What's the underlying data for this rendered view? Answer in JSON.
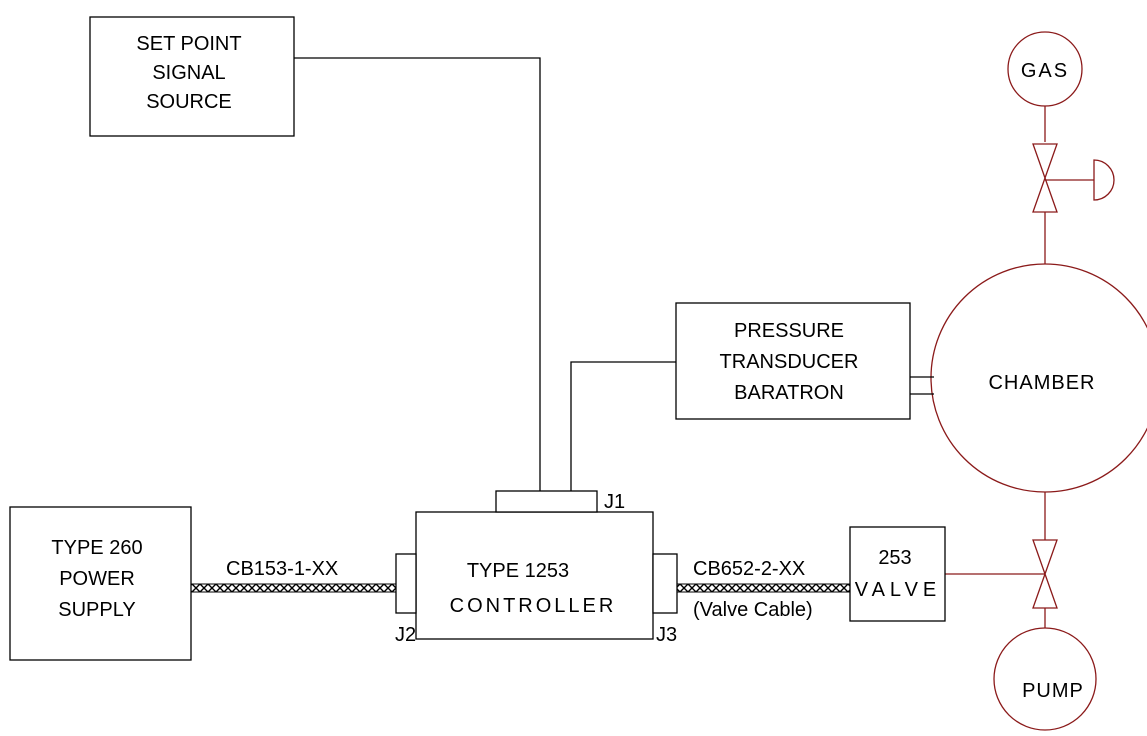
{
  "boxes": {
    "setpoint": [
      "SET POINT",
      "SIGNAL",
      "SOURCE"
    ],
    "transducer": [
      "PRESSURE",
      "TRANSDUCER",
      "BARATRON"
    ],
    "power_supply": [
      "TYPE 260",
      "POWER",
      "SUPPLY"
    ],
    "controller": [
      "TYPE 1253",
      "CONTROLLER"
    ],
    "valve": [
      "253",
      "VALVE"
    ]
  },
  "connectors": {
    "j1": "J1",
    "j2": "J2",
    "j3": "J3"
  },
  "cables": {
    "power_cable": "CB153-1-XX",
    "valve_cable": "CB652-2-XX",
    "valve_cable_note": "(Valve Cable)"
  },
  "circles": {
    "gas": "GAS",
    "chamber": "CHAMBER",
    "pump": "PUMP"
  },
  "colors": {
    "process_line": "#8b1a1a",
    "wiring": "#000000"
  }
}
